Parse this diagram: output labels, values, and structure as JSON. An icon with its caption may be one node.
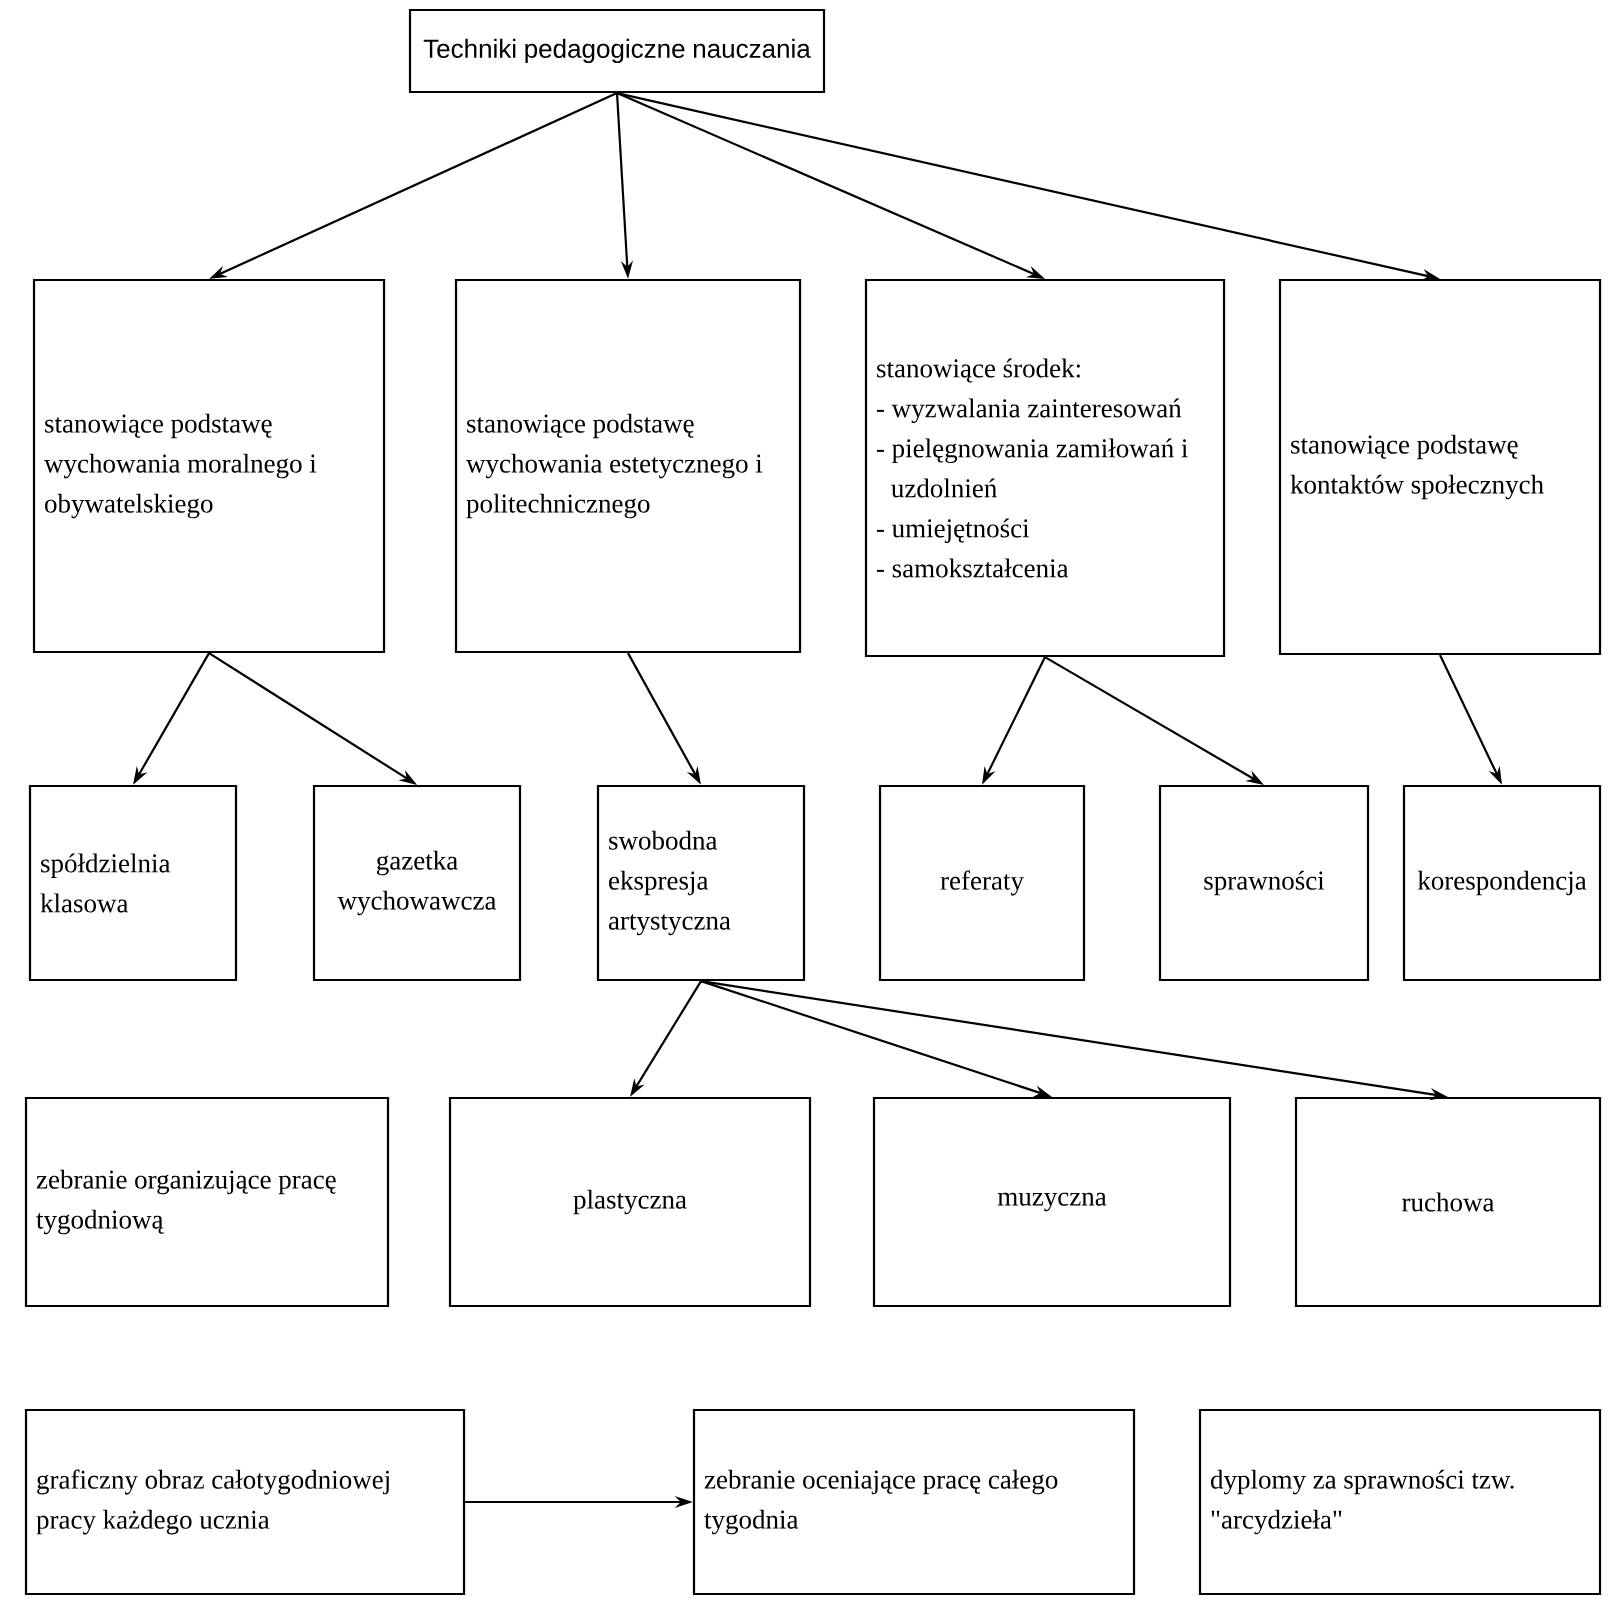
{
  "diagram": {
    "nodes": [
      {
        "text": [
          "Techniki pedagogiczne nauczania"
        ]
      },
      {
        "text": [
          "stanowiące podstawę wychowania moralnego i obywatelskiego"
        ]
      },
      {
        "text": [
          "stanowiące podstawę wychowania estetycznego i politechnicznego"
        ]
      },
      {
        "text": [
          "stanowiące środek:",
          "- wyzwalania zainteresowań",
          "- pielęgnowania zamiłowań i uzdolnień",
          "- umiejętności",
          "- samokształcenia"
        ]
      },
      {
        "text": [
          "stanowiące podstawę kontaktów społecznych"
        ]
      },
      {
        "text": [
          "spółdzielnia klasowa"
        ]
      },
      {
        "text": [
          "gazetka wychowawcza"
        ]
      },
      {
        "text": [
          "swobodna ekspresja artystyczna"
        ]
      },
      {
        "text": [
          "referaty"
        ]
      },
      {
        "text": [
          "sprawności"
        ]
      },
      {
        "text": [
          "korespondencja"
        ]
      },
      {
        "text": [
          "zebranie organizujące pracę tygodniową"
        ]
      },
      {
        "text": [
          "plastyczna"
        ]
      },
      {
        "text": [
          "muzyczna"
        ]
      },
      {
        "text": [
          "ruchowa"
        ]
      },
      {
        "text": [
          "graficzny obraz całotygodniowej pracy każdego ucznia"
        ]
      },
      {
        "text": [
          "zebranie oceniające pracę całego tygodnia"
        ]
      },
      {
        "text": [
          "dyplomy za sprawności tzw. \"arcydzieła\""
        ]
      }
    ],
    "edges": [
      {
        "from": 0,
        "to": 1,
        "arrow": "to"
      },
      {
        "from": 0,
        "to": 2,
        "arrow": "to"
      },
      {
        "from": 0,
        "to": 3,
        "arrow": "to"
      },
      {
        "from": 0,
        "to": 4,
        "arrow": "to"
      },
      {
        "from": 1,
        "to": 5,
        "arrow": "to"
      },
      {
        "from": 1,
        "to": 6,
        "arrow": "to"
      },
      {
        "from": 2,
        "to": 7,
        "arrow": "to"
      },
      {
        "from": 3,
        "to": 8,
        "arrow": "to"
      },
      {
        "from": 3,
        "to": 9,
        "arrow": "to"
      },
      {
        "from": 4,
        "to": 10,
        "arrow": "to"
      },
      {
        "from": 7,
        "to": 12,
        "arrow": "to"
      },
      {
        "from": 7,
        "to": 13,
        "arrow": "to"
      },
      {
        "from": 7,
        "to": 14,
        "arrow": "to"
      },
      {
        "from": 15,
        "to": 16,
        "arrow": "to"
      }
    ]
  }
}
